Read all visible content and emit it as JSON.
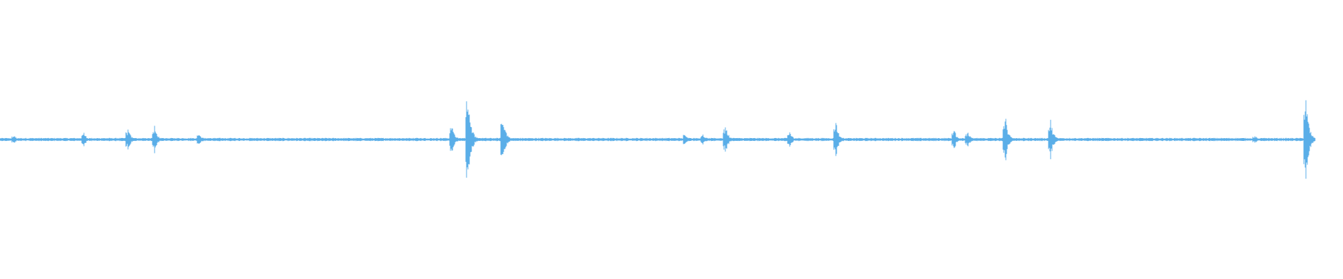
{
  "waveform": {
    "color": "#5aaee8",
    "background": "#ffffff",
    "bursts": [
      {
        "t": 0.01,
        "amp": 0.04
      },
      {
        "t": 0.062,
        "amp": 0.07
      },
      {
        "t": 0.095,
        "amp": 0.1
      },
      {
        "t": 0.115,
        "amp": 0.11
      },
      {
        "t": 0.148,
        "amp": 0.06
      },
      {
        "t": 0.172,
        "amp": 0.02
      },
      {
        "t": 0.31,
        "amp": 0.02
      },
      {
        "t": 0.336,
        "amp": 0.15
      },
      {
        "t": 0.348,
        "amp": 0.5
      },
      {
        "t": 0.374,
        "amp": 0.25
      },
      {
        "t": 0.51,
        "amp": 0.06
      },
      {
        "t": 0.523,
        "amp": 0.05
      },
      {
        "t": 0.54,
        "amp": 0.13
      },
      {
        "t": 0.588,
        "amp": 0.07
      },
      {
        "t": 0.622,
        "amp": 0.18
      },
      {
        "t": 0.71,
        "amp": 0.1
      },
      {
        "t": 0.72,
        "amp": 0.08
      },
      {
        "t": 0.748,
        "amp": 0.25
      },
      {
        "t": 0.782,
        "amp": 0.18
      },
      {
        "t": 0.934,
        "amp": 0.04
      },
      {
        "t": 0.972,
        "amp": 0.4
      }
    ]
  }
}
